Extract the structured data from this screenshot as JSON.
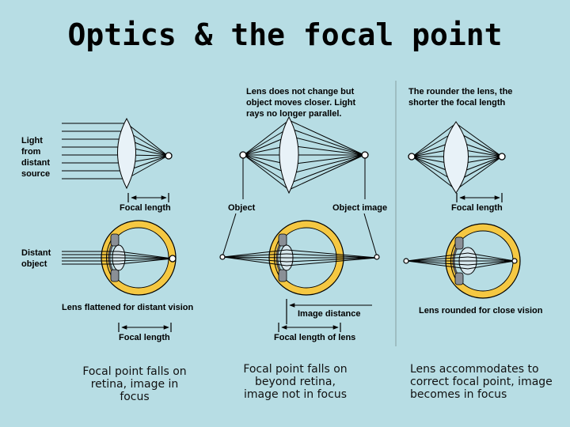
{
  "title": "Optics & the focal point",
  "labels": {
    "light_from_distant_source": [
      "Light",
      "from",
      "distant",
      "source"
    ],
    "focal_length": "Focal length",
    "lens_no_change": [
      "Lens does not change but",
      "object moves closer. Light",
      "rays no longer parallel."
    ],
    "object": "Object",
    "object_image": "Object image",
    "rounder_lens": [
      "The rounder the lens, the",
      "shorter the focal length"
    ],
    "distant_object": [
      "Distant",
      "object"
    ],
    "lens_flattened": "Lens flattened for distant vision",
    "image_distance": "Image distance",
    "focal_length_of_lens": "Focal length of lens",
    "lens_rounded": "Lens rounded for close vision"
  },
  "captions": {
    "left": "Focal point falls on retina, image in focus",
    "middle": "Focal point falls on beyond retina, image not in focus",
    "right": "Lens accommodates to correct focal point, image becomes in focus"
  },
  "colors": {
    "background": "#b7dde4",
    "eye_sclera": "#f5c842",
    "lens_fill": "#e8f2f8",
    "iris": "#8a8f96"
  }
}
